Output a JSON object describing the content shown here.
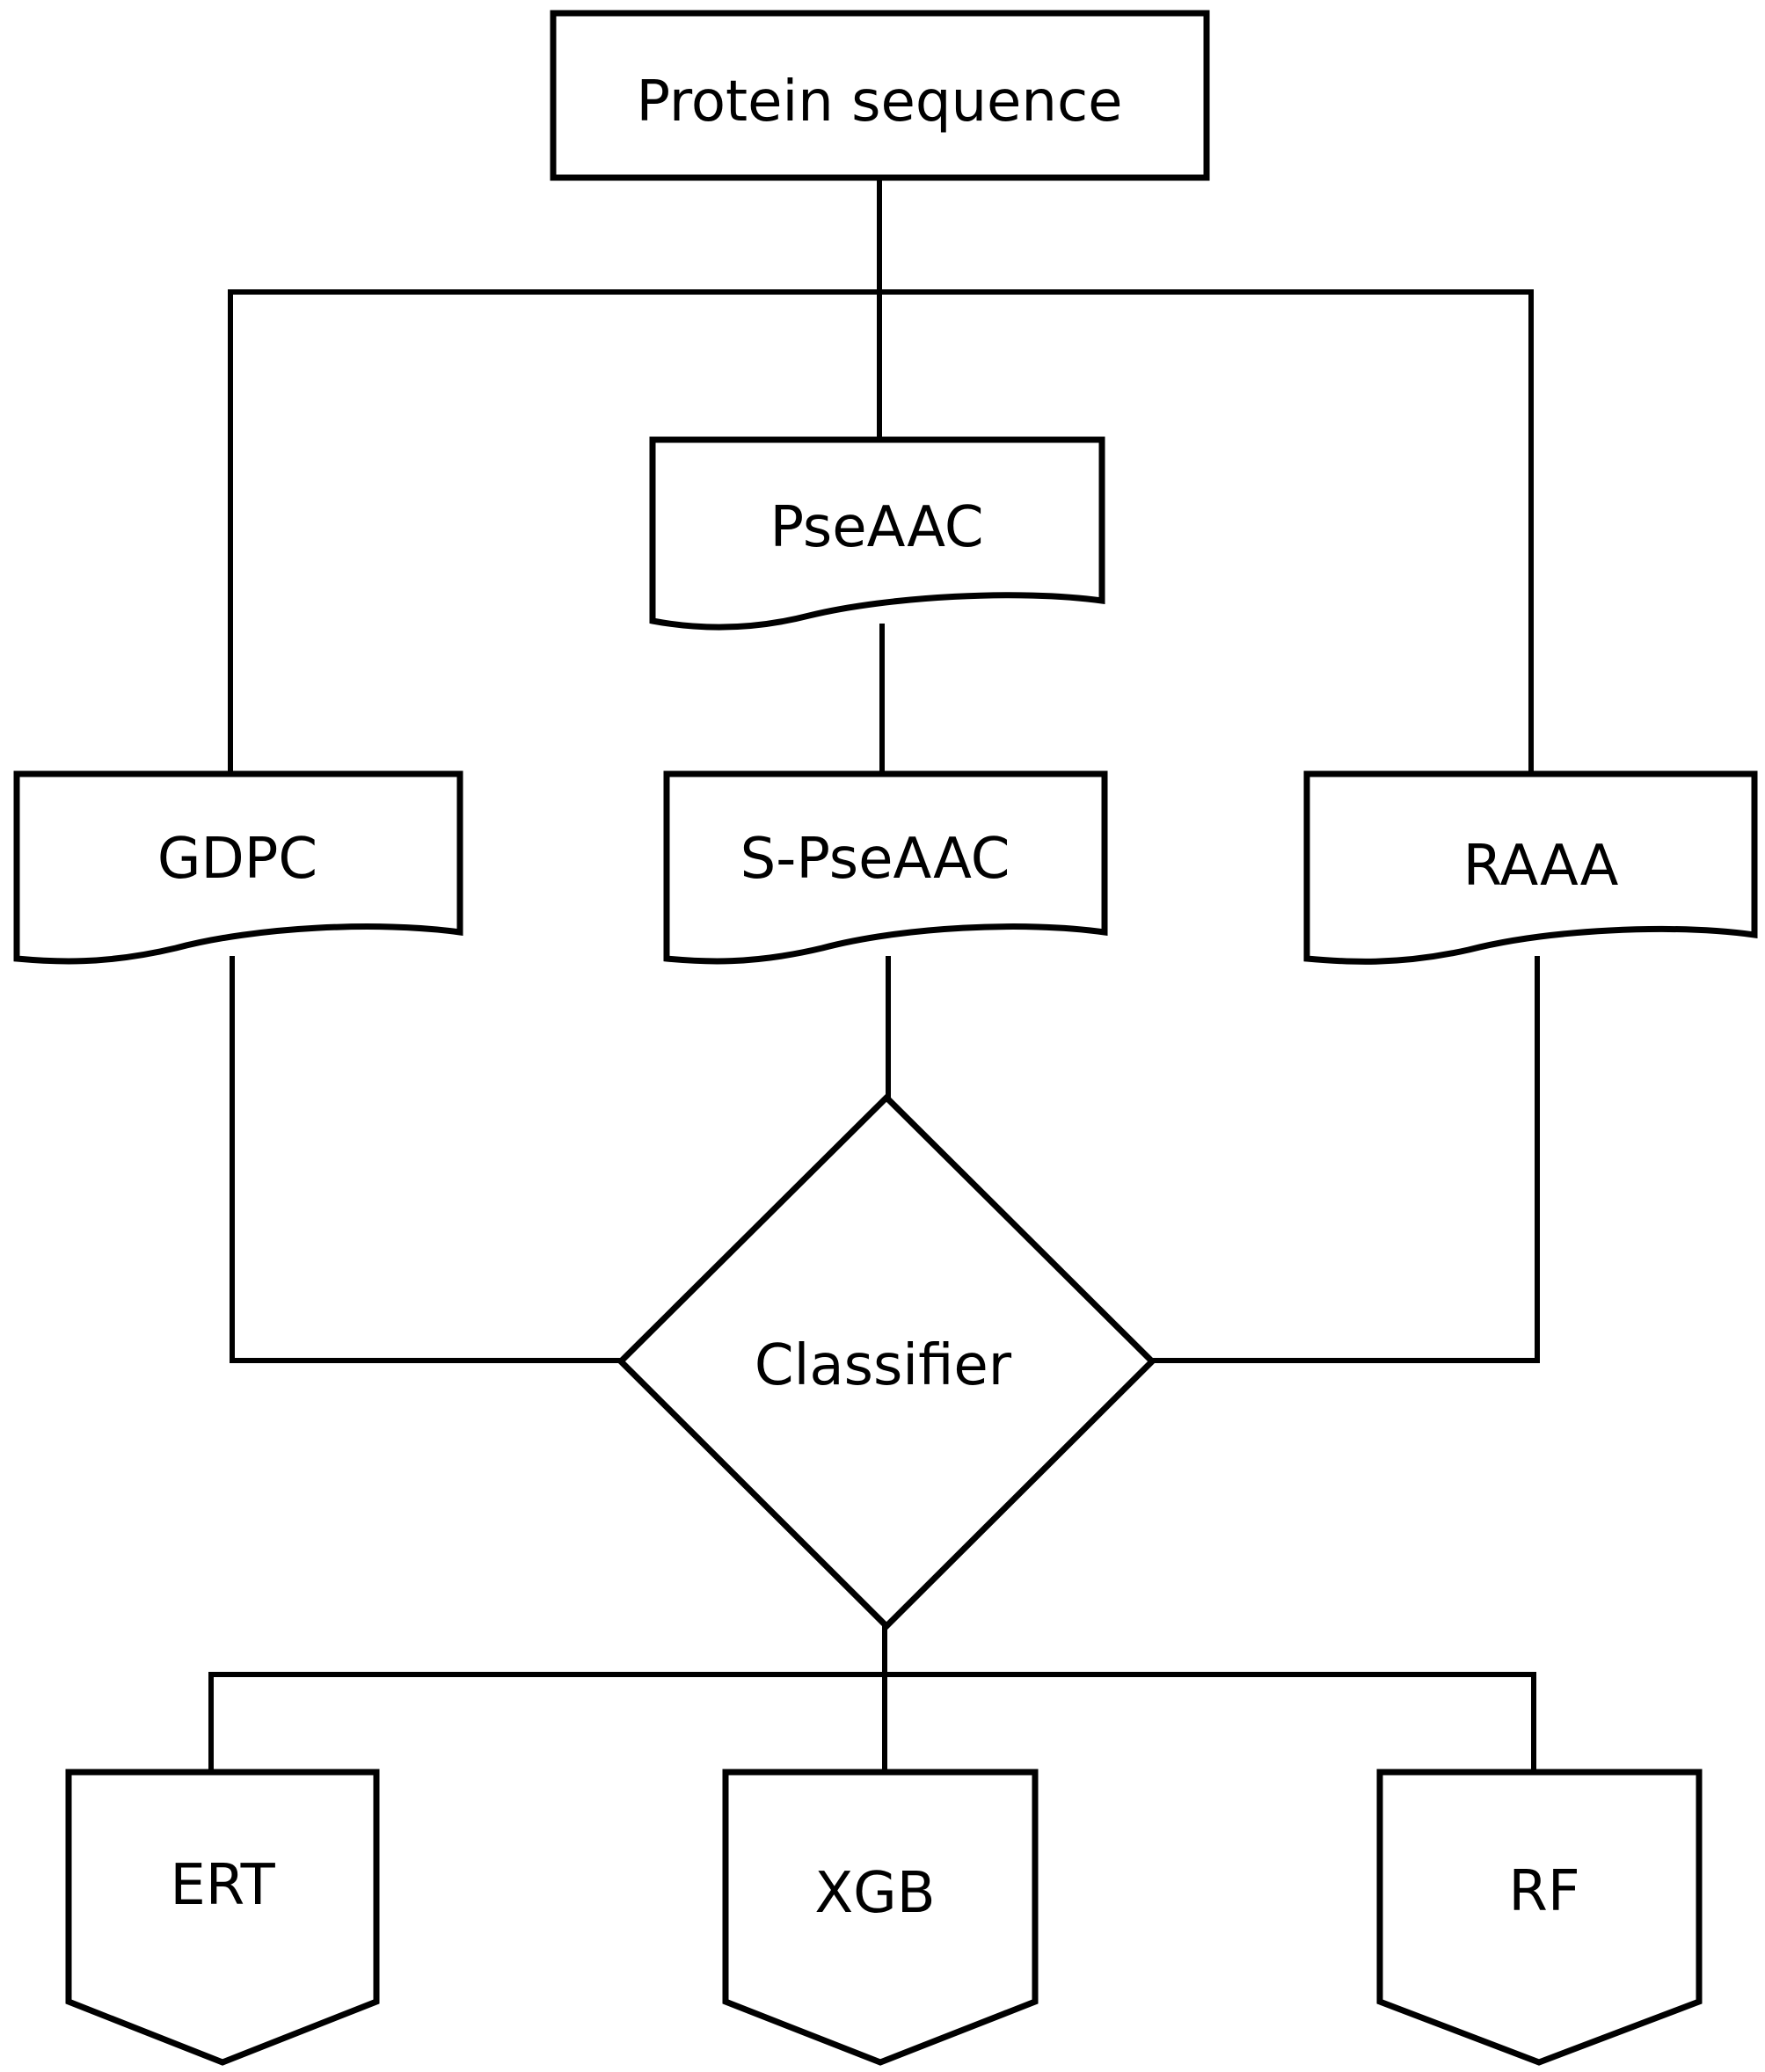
{
  "nodes": {
    "protein_sequence": "Protein sequence",
    "pseaac": "PseAAC",
    "gdpc": "GDPC",
    "s_pseaac": "S-PseAAC",
    "raaa": "RAAA",
    "classifier": "Classifier",
    "ert": "ERT",
    "xgb": "XGB",
    "rf": "RF"
  },
  "edges": [
    {
      "from": "Protein sequence",
      "to": "PseAAC"
    },
    {
      "from": "Protein sequence",
      "to": "GDPC"
    },
    {
      "from": "Protein sequence",
      "to": "RAAA"
    },
    {
      "from": "PseAAC",
      "to": "S-PseAAC"
    },
    {
      "from": "S-PseAAC",
      "to": "Classifier"
    },
    {
      "from": "GDPC",
      "to": "Classifier"
    },
    {
      "from": "RAAA",
      "to": "Classifier"
    },
    {
      "from": "Classifier",
      "to": "ERT"
    },
    {
      "from": "Classifier",
      "to": "XGB"
    },
    {
      "from": "Classifier",
      "to": "RF"
    }
  ],
  "colors": {
    "stroke": "#000000",
    "fill": "#ffffff"
  }
}
